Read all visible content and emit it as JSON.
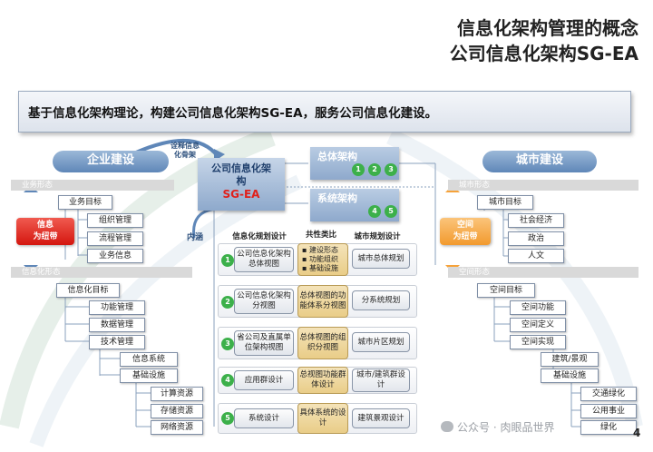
{
  "page_number": "4",
  "title": {
    "line1": "信息化架构管理的概念",
    "line2": "公司信息化架构SG-EA"
  },
  "banner": "基于信息化架构理论，构建公司信息化架构SG-EA，服务公司信息化建设。",
  "enterprise": {
    "label": "企业建设",
    "business_form": "业务形态",
    "business_goal": "业务目标",
    "business_items": [
      "组织管理",
      "流程管理",
      "业务信息"
    ],
    "badge": [
      "信息",
      "为纽带"
    ],
    "it_form": "信息化形态",
    "it_goal": "信息化目标",
    "it_items": [
      "功能管理",
      "数据管理",
      "技术管理"
    ],
    "systems": "信息系统",
    "infra": "基础设施",
    "infra_items": [
      "计算资源",
      "存储资源",
      "网络资源"
    ]
  },
  "center": {
    "translate_note": [
      "诠释信息",
      "化骨架"
    ],
    "sgea_line1": "公司信息化架",
    "sgea_line2": "构",
    "sgea_line3": "SG-EA",
    "overall": "总体架构",
    "overall_nums": [
      "1",
      "2",
      "3"
    ],
    "system_arch": "系统架构",
    "system_nums": [
      "4",
      "5"
    ],
    "connotation": "内涵",
    "col_headers": [
      "信息化规划设计",
      "共性类比",
      "城市规划设计"
    ],
    "rows": [
      {
        "num": "1",
        "left": "公司信息化架构总体视图",
        "mid": [
          "建设形态",
          "功能组织",
          "基础设施"
        ],
        "right": "城市总体规划"
      },
      {
        "num": "2",
        "left": "公司信息化架构分视图",
        "mid_text": "总体视图的功能体系分视图",
        "right": "分系统规划"
      },
      {
        "num": "3",
        "left": "省公司及直属单位架构视图",
        "mid_text": "总体视图的组织分视图",
        "right": "城市片区规划"
      },
      {
        "num": "4",
        "left": "应用群设计",
        "mid_text": "总视图功能群体设计",
        "right": "城市/建筑群设计"
      },
      {
        "num": "5",
        "left": "系统设计",
        "mid_text": "具体系统的设计",
        "right": "建筑景观设计"
      }
    ]
  },
  "city": {
    "label": "城市建设",
    "form": "城市形态",
    "goal": "城市目标",
    "goal_items": [
      "社会经济",
      "政治",
      "人文"
    ],
    "badge": [
      "空间",
      "为纽带"
    ],
    "space_form": "空间形态",
    "space_goal": "空间目标",
    "space_items": [
      "空间功能",
      "空间定义",
      "空间实现"
    ],
    "building": "建筑/景观",
    "infra": "基础设施",
    "infra_items": [
      "交通绿化",
      "公用事业",
      "绿化"
    ]
  },
  "watermark": "公众号 · 肉眼品世界",
  "colors": {
    "accent_blue": "#5f87b8",
    "red_badge": "#e0201b",
    "orange_badge": "#f6a23a",
    "green_num": "#3cb04a"
  }
}
